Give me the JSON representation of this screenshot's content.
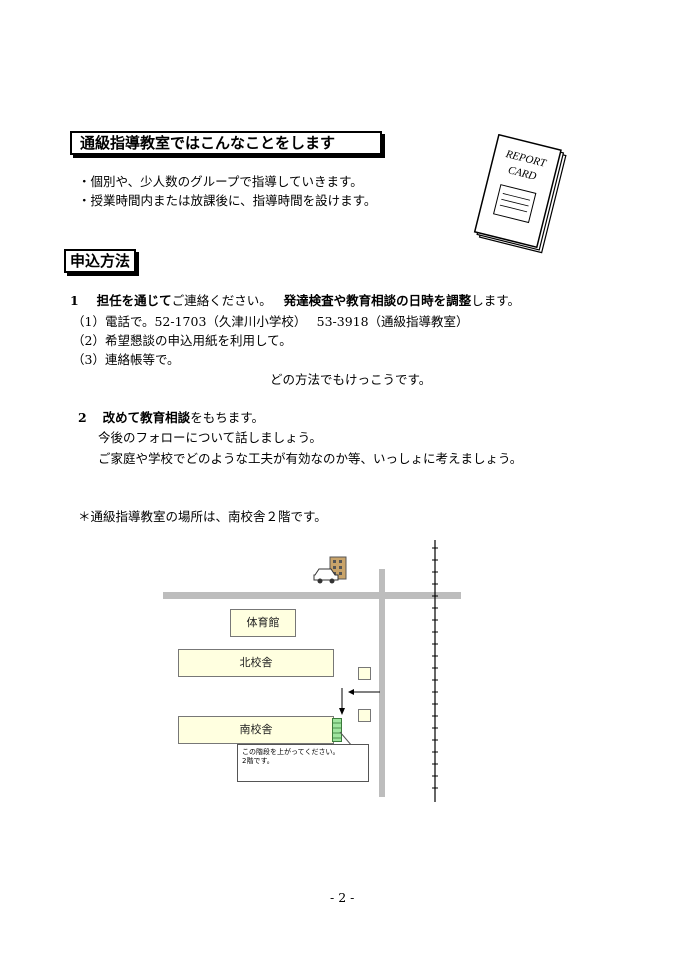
{
  "section1": {
    "heading": "通級指導教室ではこんなことをします",
    "bullets": [
      "・個別や、少人数のグループで指導していきます。",
      "・授業時間内または放課後に、指導時間を設けます。"
    ]
  },
  "report_card": {
    "line1": "REPORT",
    "line2": "CARD"
  },
  "section2": {
    "heading": "申込方法",
    "item1": {
      "number": "1",
      "text_bold1": "担任を通じて",
      "text_plain1": "ご連絡ください。",
      "text_bold2": "発達検査や教育相談の日時を調整",
      "text_plain2": "します。"
    },
    "methods": [
      "（1）電話で。52-1703（久津川小学校）　 53-3918（通級指導教室）",
      "（2）希望懇談の申込用紙を利用して。",
      "（3）連絡帳等で。"
    ],
    "any_method": "どの方法でもけっこうです。",
    "item2": {
      "number": "2",
      "text_bold": "改めて教育相談",
      "text_plain": "をもちます。",
      "lines": [
        "今後のフォローについて話しましょう。",
        "ご家庭や学校でどのような工夫が有効なのか等、いっしょに考えましょう。"
      ]
    }
  },
  "location_note": "＊通級指導教室の場所は、南校舎２階です。",
  "map": {
    "gym": "体育館",
    "north": "北校舎",
    "south": "南校舎",
    "callout": [
      "この階段を上がってください。",
      "2階です。"
    ],
    "icon": "car-building-icon"
  },
  "page_number": "- 2 -"
}
